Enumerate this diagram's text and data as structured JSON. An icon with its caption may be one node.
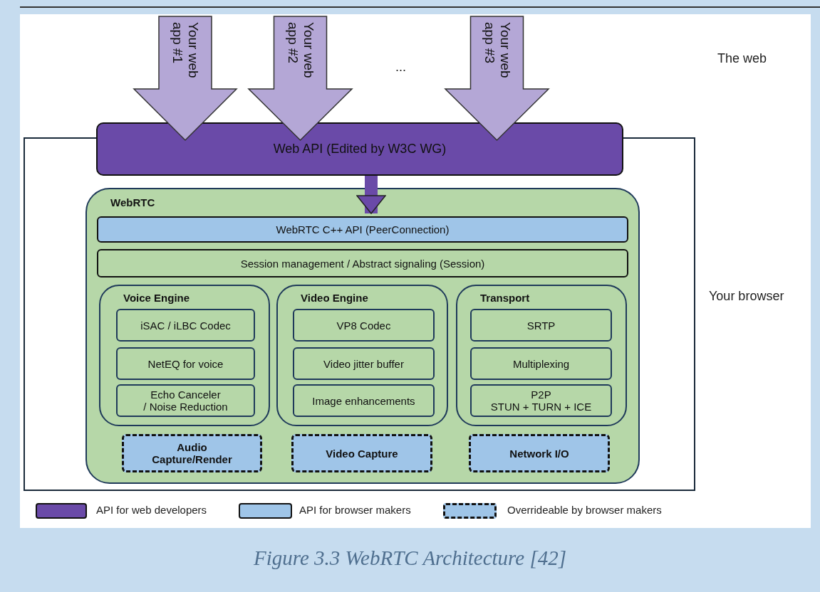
{
  "diagram": {
    "caption": "Figure 3.3 WebRTC Architecture [42]",
    "nodes": [
      {
        "text": [
          "Your web app #1"
        ]
      },
      {
        "text": [
          "Your web app #2"
        ]
      },
      {
        "text": [
          "Your web app #3"
        ]
      },
      {
        "text": [],
        "shape": "box",
        "beside": [
          "Your browser"
        ]
      },
      {
        "text": [
          "Web API (Edited by W3C WG)"
        ]
      },
      {
        "text": [
          "WebRTC"
        ],
        "in": 3
      },
      {
        "text": [
          "WebRTC C++ API (PeerConnection)"
        ],
        "in": 5
      },
      {
        "text": [
          "Session management / Abstract signaling (Session)"
        ],
        "in": 5
      },
      {
        "text": [
          "Voice Engine"
        ],
        "in": 5
      },
      {
        "text": [
          "iSAC / iLBC Codec"
        ],
        "in": 8
      },
      {
        "text": [
          "NetEQ for voice"
        ],
        "in": 8
      },
      {
        "text": [
          "Echo Canceler / Noise Reduction"
        ],
        "in": 8
      },
      {
        "text": [
          "Video Engine"
        ],
        "in": 5
      },
      {
        "text": [
          "VP8 Codec"
        ],
        "in": 12
      },
      {
        "text": [
          "Video jitter buffer"
        ],
        "in": 12
      },
      {
        "text": [
          "Image enhancements"
        ],
        "in": 12
      },
      {
        "text": [
          "Transport"
        ],
        "in": 5
      },
      {
        "text": [
          "SRTP"
        ],
        "in": 16
      },
      {
        "text": [
          "Multiplexing"
        ],
        "in": 16
      },
      {
        "text": [
          "P2P STUN + TURN + ICE"
        ],
        "in": 16
      },
      {
        "text": [
          "Audio Capture/Render"
        ],
        "in": 5
      },
      {
        "text": [
          "Video Capture"
        ],
        "in": 5
      },
      {
        "text": [
          "Network I/O"
        ],
        "in": 5
      }
    ],
    "edges": [
      {
        "from": 4,
        "to": 6,
        "arrow": "to"
      }
    ],
    "labels": [
      "...",
      "The web"
    ],
    "legend": [
      {
        "text": "API for web developers",
        "color": "#6a4aa8"
      },
      {
        "text": "API for browser makers",
        "color": "#9fc5e8"
      },
      {
        "text": "Overrideable by browser makers"
      }
    ]
  }
}
